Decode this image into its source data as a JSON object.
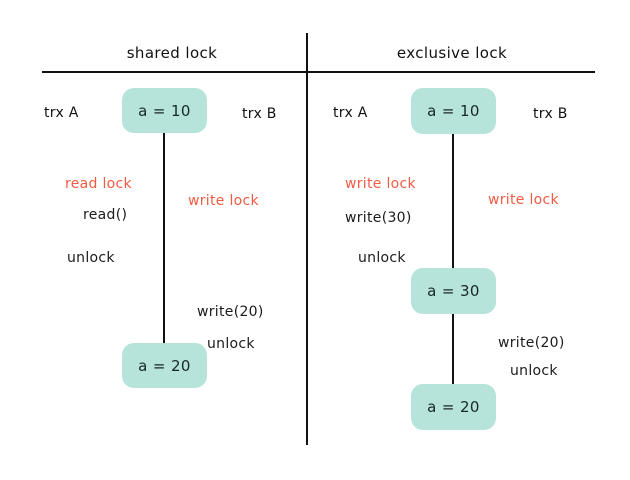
{
  "colors": {
    "background": "#ffffff",
    "node_fill": "#b7e4da",
    "lock_label_text": "#f15b43",
    "line": "#111111",
    "text": "#1b1b1b"
  },
  "diagram": {
    "left_panel": {
      "title": "shared lock",
      "trx_a_label": "trx A",
      "trx_b_label": "trx B",
      "node_initial": "a = 10",
      "node_final": "a = 20",
      "a_lock_label": "read lock",
      "a_op_label": "read()",
      "a_unlock_label": "unlock",
      "b_lock_label": "write lock",
      "b_op_label": "write(20)",
      "b_unlock_label": "unlock"
    },
    "right_panel": {
      "title": "exclusive lock",
      "trx_a_label": "trx A",
      "trx_b_label": "trx B",
      "node_initial": "a = 10",
      "node_middle": "a = 30",
      "node_final": "a = 20",
      "a_lock_label": "write lock",
      "a_op_label": "write(30)",
      "a_unlock_label": "unlock",
      "b_lock_label": "write lock",
      "b_op_label": "write(20)",
      "b_unlock_label": "unlock"
    }
  }
}
